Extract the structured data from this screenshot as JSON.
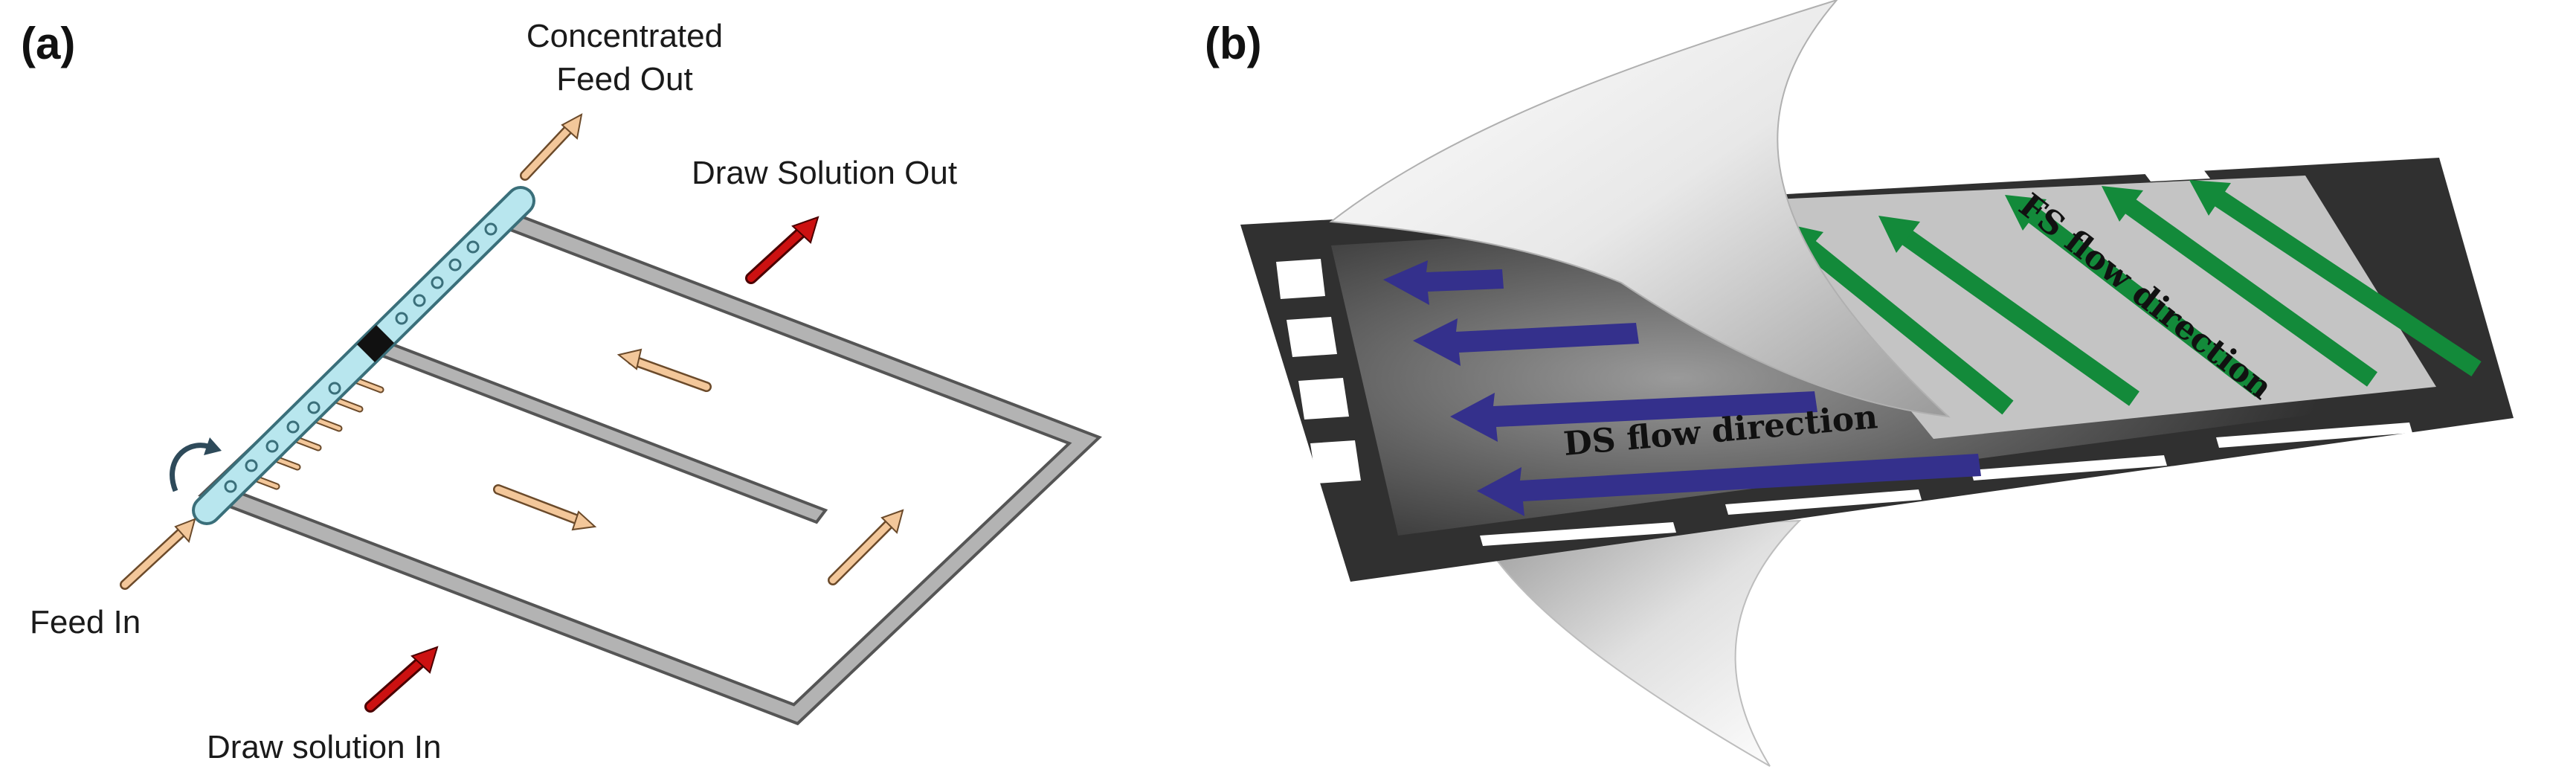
{
  "panel_a": {
    "label": "(a)",
    "concentrated_feed_out": [
      "Concentrated",
      "Feed Out"
    ],
    "draw_solution_out": "Draw Solution Out",
    "feed_in": "Feed In",
    "draw_solution_in": "Draw solution In"
  },
  "panel_b": {
    "label": "(b)",
    "fs_flow_direction": "FS flow direction",
    "ds_flow_direction": "DS flow direction"
  },
  "colors": {
    "tube": "#b8e6ee",
    "tube_outline": "#3a6f7a",
    "channel": "#b3b3b3",
    "small_arrow": "#f3c79a",
    "red_arrow": "#cc1111",
    "frame": "#303030",
    "ds_arrow": "#34308c",
    "fs_arrow": "#138a3a",
    "membrane": "#c4c4c4"
  }
}
